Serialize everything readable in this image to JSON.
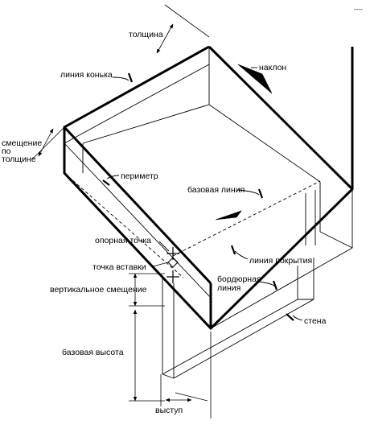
{
  "corner_mark": "----",
  "labels": {
    "thickness": "толщина",
    "ridge_line": "линия конька",
    "slope": "наклон",
    "thickness_offset": [
      "смещение",
      "по",
      "толщине"
    ],
    "perimeter": "периметр",
    "base_line": "базовая линия",
    "reference_point": "опорная точка",
    "insertion_point": "точка вставки",
    "covering_line": "линия покрытия",
    "border_line": [
      "бордюрная",
      "линия"
    ],
    "vertical_offset": "вертикальное смещение",
    "wall": "стена",
    "base_height": "базовая высота",
    "overhang": "выступ"
  }
}
